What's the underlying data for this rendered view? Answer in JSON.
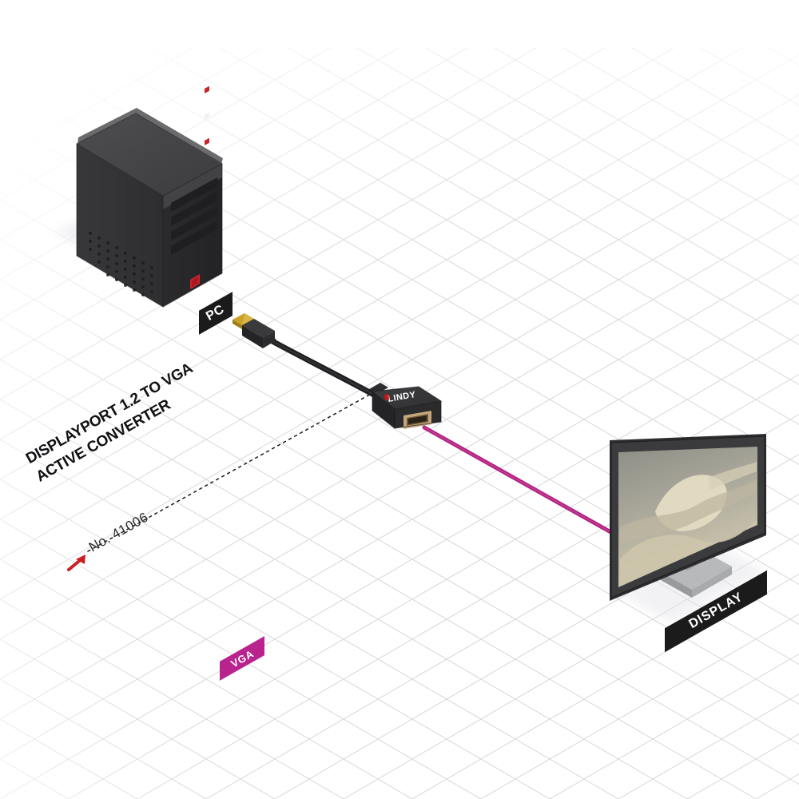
{
  "diagram": {
    "title_line_1": "DISPLAYPORT 1.2 TO VGA",
    "title_line_2": "ACTIVE CONVERTER",
    "part_number": "No. 41006",
    "background": "#ffffff",
    "grid_color": "#d7d8dc"
  },
  "badges": {
    "pc": {
      "label": "PC",
      "bg": "#1b1b1b",
      "fg": "#ffffff"
    },
    "display": {
      "label": "DISPLAY",
      "bg": "#1b1b1b",
      "fg": "#ffffff"
    },
    "vga": {
      "label": "VGA",
      "bg": "#b8238e",
      "fg": "#ffffff"
    }
  },
  "devices": {
    "pc_tower": {
      "name": "PC Tower",
      "body_color": "#3a3a3c",
      "side_color": "#2a2a2c",
      "top_color": "#4a4a4d",
      "front_color": "#252527",
      "bay_indicator_1": "#c8242a",
      "bay_indicator_2": "#f2f2f2",
      "bay_indicator_3": "#c8242a",
      "power_button": "#cc2229"
    },
    "adapter": {
      "name": "LINDY DisplayPort to VGA Adapter",
      "brand": "LINDY",
      "brand_fg": "#ffffff",
      "brand_accent": "#d4131b",
      "body_color": "#2b2b2d",
      "top_color": "#3d3d40",
      "port_color": "#c4a77a",
      "port_label": "VGA"
    },
    "monitor": {
      "name": "Display Monitor",
      "bezel_color": "#3b3b3d",
      "screen_top": "#8d8d85",
      "screen_bottom": "#cfc7ad",
      "wallpaper_light": "#e4dcc2",
      "wallpaper_mid": "#b8b09a",
      "stand_color": "#a9abad",
      "base_color": "#b7b9bb"
    }
  },
  "cables": {
    "displayport": {
      "label": "DisplayPort cable",
      "color": "#1e1e20",
      "connector_contact": "#c9a227"
    },
    "vga": {
      "label": "VGA cable",
      "color": "#b0207f"
    }
  },
  "callout": {
    "leader_style": "dotted",
    "leader_color": "#1b1b1b",
    "arrow_color": "#cc1f23"
  }
}
